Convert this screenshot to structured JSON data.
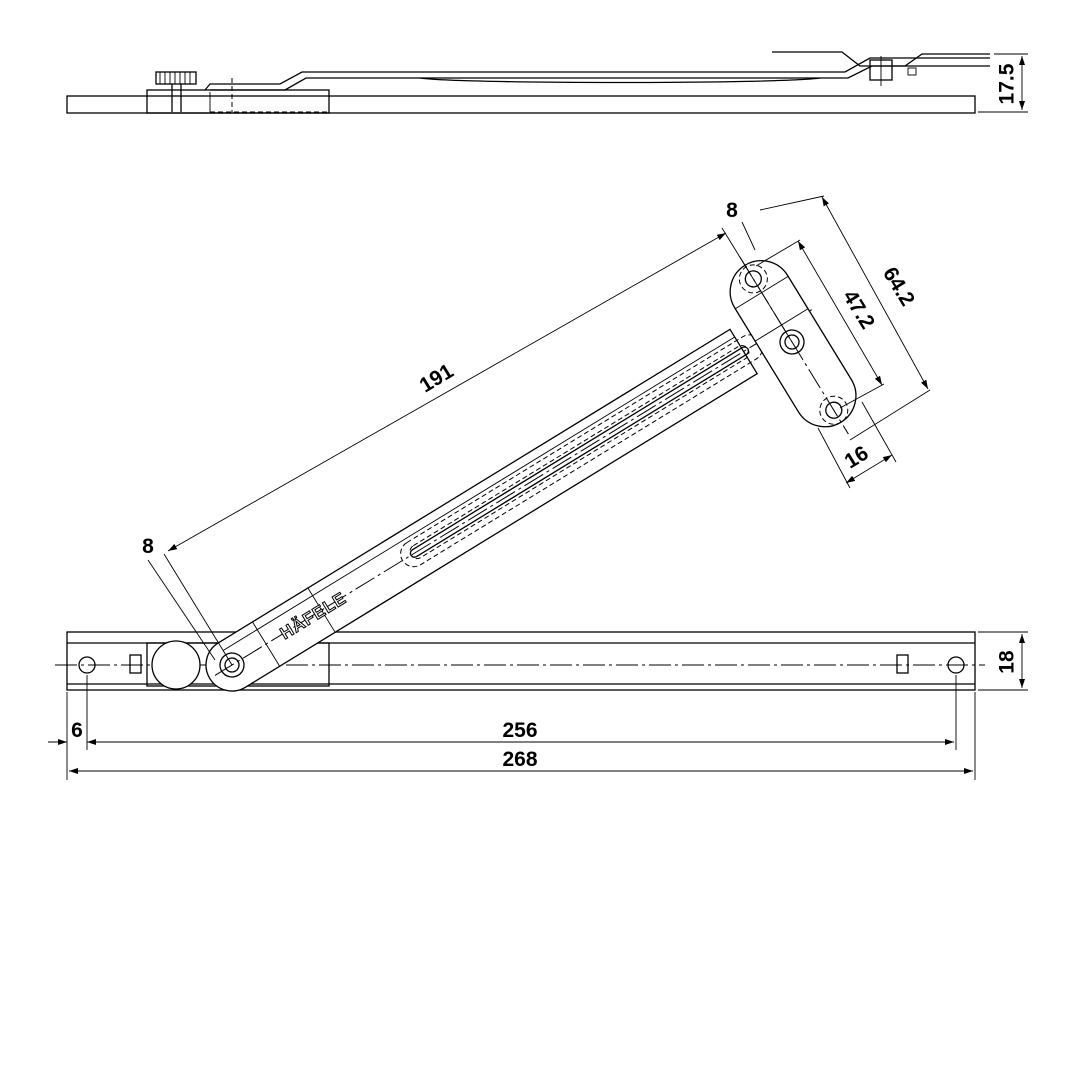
{
  "drawing": {
    "brand_mark": "HÄFELE",
    "dimensions": {
      "height_side": "17.5",
      "arm_hole_left": "8",
      "arm_length": "191",
      "arm_hole_right": "8",
      "bracket_outer": "64.2",
      "bracket_inner": "47.2",
      "bracket_width": "16",
      "rail_height": "18",
      "rail_offset": "6",
      "rail_holes": "256",
      "rail_length": "268"
    }
  }
}
